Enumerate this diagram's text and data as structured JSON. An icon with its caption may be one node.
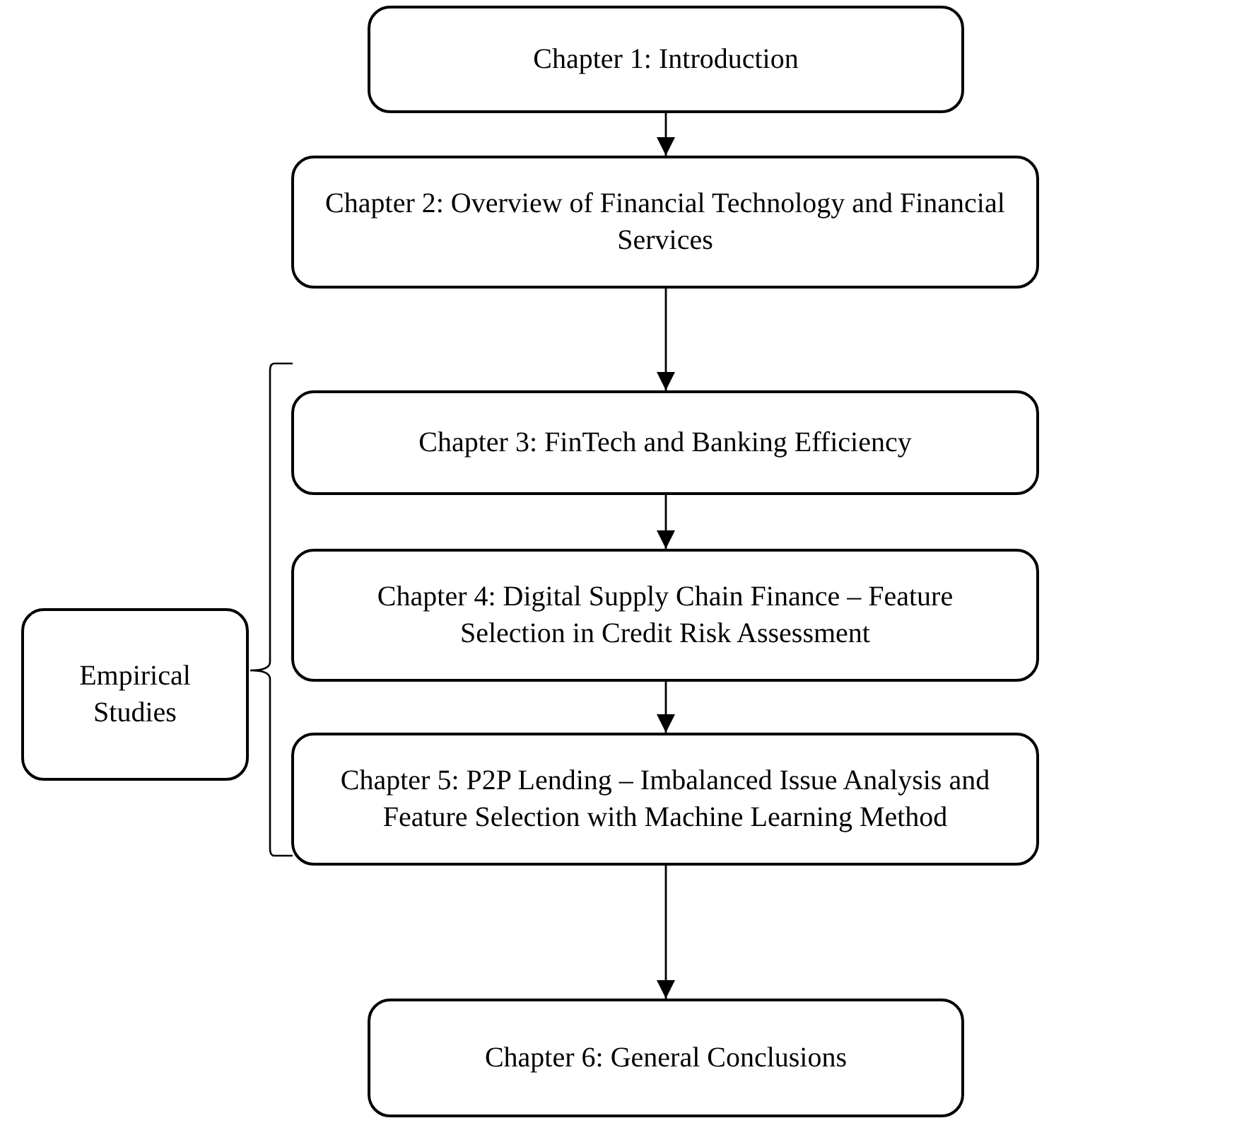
{
  "diagram": {
    "nodes": [
      {
        "text": [
          "Chapter 1: Introduction"
        ]
      },
      {
        "text": [
          "Chapter 2: Overview of Financial Technology and Financial Services"
        ]
      },
      {
        "text": [
          "Chapter 3: FinTech and Banking Efficiency"
        ]
      },
      {
        "text": [
          "Chapter 4: Digital Supply Chain Finance – Feature Selection in Credit Risk Assessment"
        ]
      },
      {
        "text": [
          "Chapter 5: P2P Lending – Imbalanced Issue Analysis and Feature Selection with Machine Learning Method"
        ]
      },
      {
        "text": [
          "Chapter 6: General Conclusions"
        ]
      },
      {
        "text": [
          "Empirical Studies"
        ]
      }
    ],
    "edges": [
      {
        "from": 0,
        "to": 1,
        "arrow": "to"
      },
      {
        "from": 1,
        "to": 2,
        "arrow": "to"
      },
      {
        "from": 2,
        "to": 3,
        "arrow": "to"
      },
      {
        "from": 3,
        "to": 4,
        "arrow": "to"
      },
      {
        "from": 4,
        "to": 5,
        "arrow": "to"
      }
    ]
  }
}
